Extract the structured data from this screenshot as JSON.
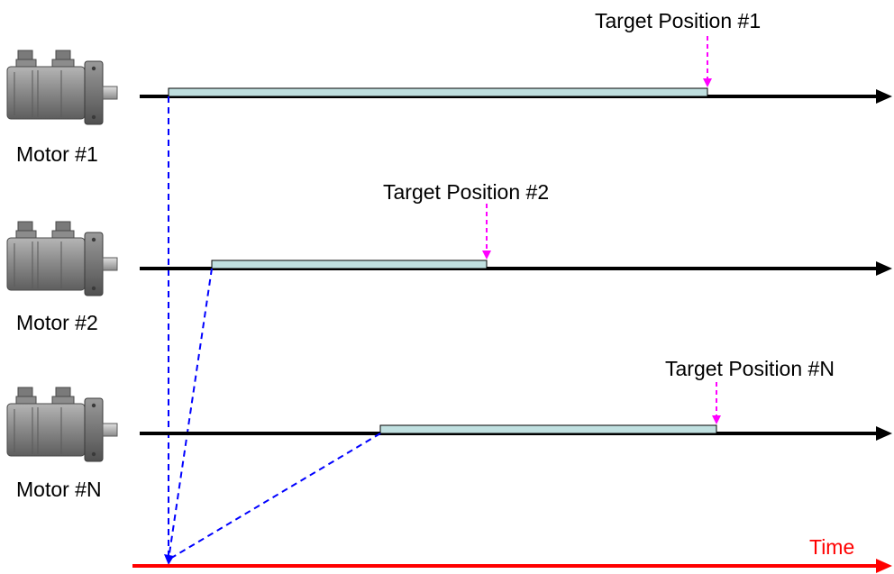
{
  "colors": {
    "axis": "#000000",
    "time_axis": "#ff0000",
    "bar_fill": "#c0e0e0",
    "bar_stroke": "#000000",
    "sync_lines": "#0000ff",
    "target_markers": "#ff00ff",
    "motor_body": "#8a8a8a"
  },
  "time_axis": {
    "label": "Time"
  },
  "motors": [
    {
      "label": "Motor #1",
      "icon": "servo-motor-icon",
      "target_label": "Target Position #1"
    },
    {
      "label": "Motor #2",
      "icon": "servo-motor-icon",
      "target_label": "Target Position #2"
    },
    {
      "label": "Motor #N",
      "icon": "servo-motor-icon",
      "target_label": "Target Position #N"
    }
  ]
}
